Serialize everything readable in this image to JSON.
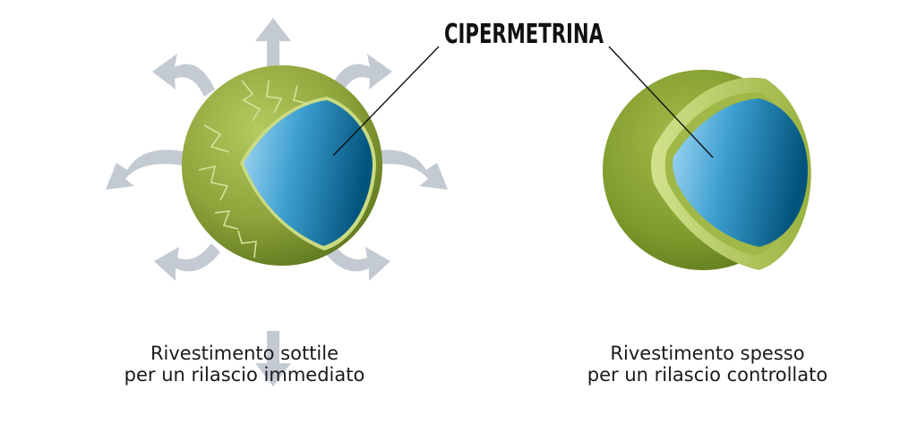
{
  "label": "CIPERMETRINA",
  "left_caption": {
    "line1": "Rivestimento sottile",
    "line2": "per un rilascio immediato"
  },
  "right_caption": {
    "line1": "Rivestimento spesso",
    "line2": "per un rilascio controllato"
  },
  "colors": {
    "shell_light": "#a9c052",
    "shell_dark": "#5e7a1e",
    "shell_inner_rim": "#c6d97a",
    "core_light": "#9ed3f2",
    "core_dark": "#045b86",
    "arrow": "#c3cad2",
    "crack": "#d6e39a"
  }
}
